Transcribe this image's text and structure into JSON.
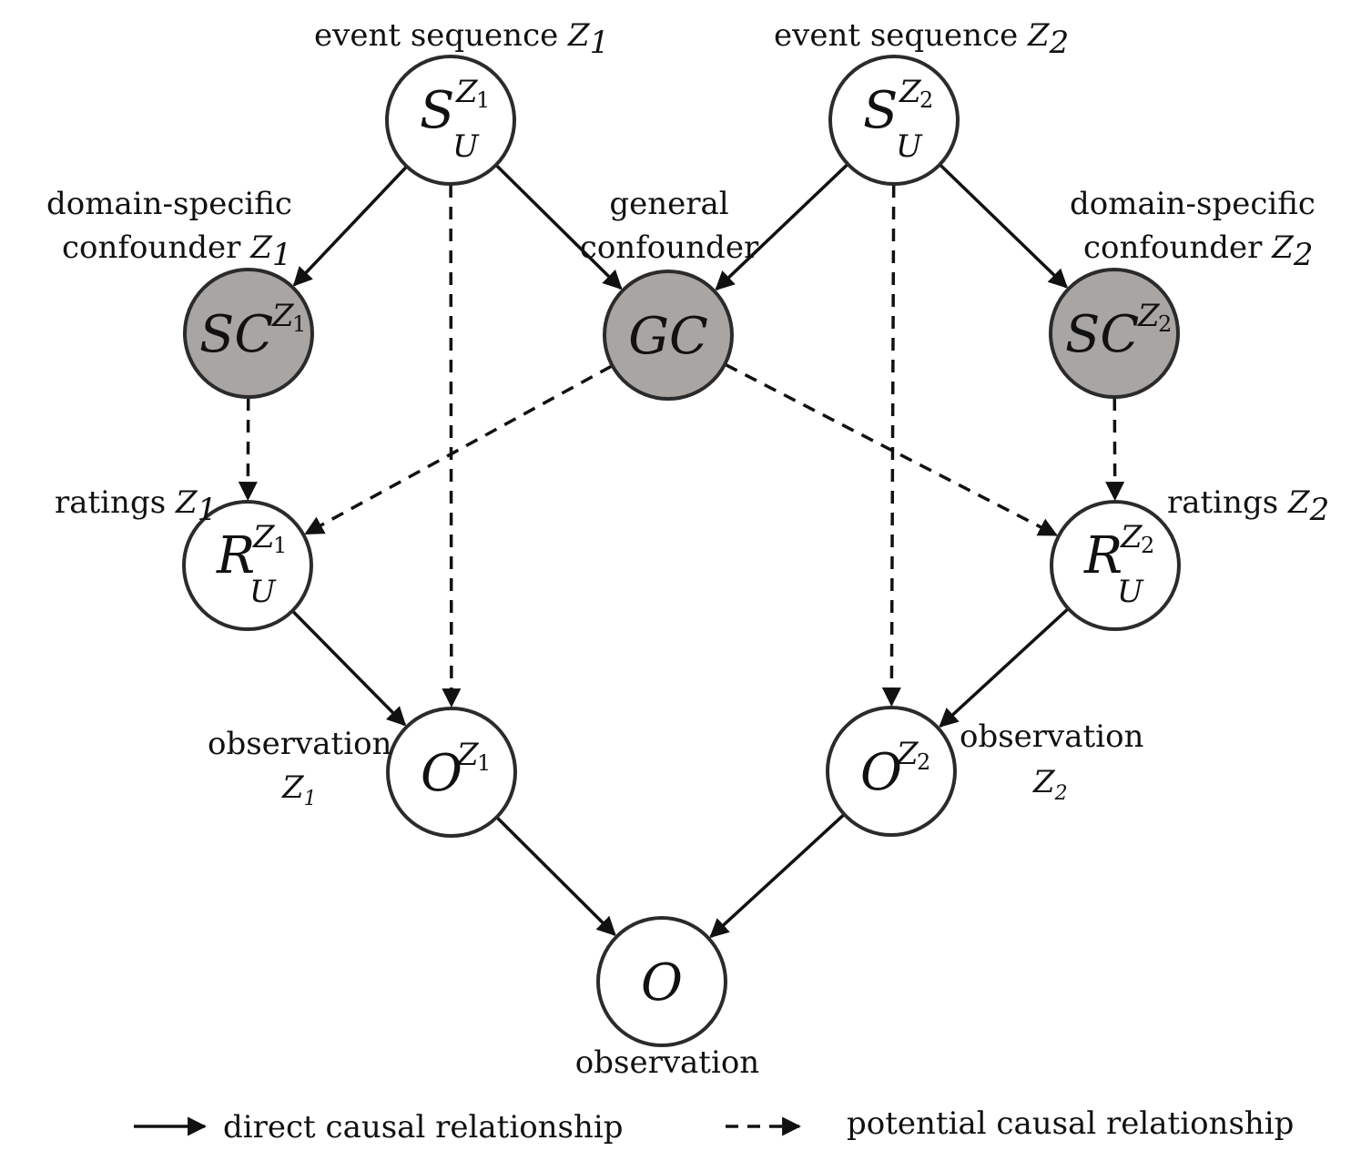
{
  "colors": {
    "node_fill": "#ffffff",
    "confounder_fill": "#a9a5a3",
    "stroke": "#2b2b2b",
    "edge": "#111111"
  },
  "nodes": {
    "s1": {
      "base": "S",
      "sup": "Z",
      "sup_sub": "1",
      "sub": "U",
      "fill": "white"
    },
    "s2": {
      "base": "S",
      "sup": "Z",
      "sup_sub": "2",
      "sub": "U",
      "fill": "white"
    },
    "sc1": {
      "base": "SC",
      "sup": "Z",
      "sup_sub": "1",
      "sub": "",
      "fill": "gray"
    },
    "gc": {
      "base": "GC",
      "sup": "",
      "sup_sub": "",
      "sub": "",
      "fill": "gray"
    },
    "sc2": {
      "base": "SC",
      "sup": "Z",
      "sup_sub": "2",
      "sub": "",
      "fill": "gray"
    },
    "r1": {
      "base": "R",
      "sup": "Z",
      "sup_sub": "1",
      "sub": "U",
      "fill": "white"
    },
    "r2": {
      "base": "R",
      "sup": "Z",
      "sup_sub": "2",
      "sub": "U",
      "fill": "white"
    },
    "o1": {
      "base": "O",
      "sup": "Z",
      "sup_sub": "1",
      "sub": "",
      "fill": "white"
    },
    "o2": {
      "base": "O",
      "sup": "Z",
      "sup_sub": "2",
      "sub": "",
      "fill": "white"
    },
    "o": {
      "base": "O",
      "sup": "",
      "sup_sub": "",
      "sub": "",
      "fill": "white"
    }
  },
  "labels": {
    "event_seq_1": {
      "text": "event sequence ",
      "var": "Z",
      "var_sub": "1"
    },
    "event_seq_2": {
      "text": "event sequence ",
      "var": "Z",
      "var_sub": "2"
    },
    "dsc_1_line1": "domain-specific",
    "dsc_1_line2": {
      "text": "confounder ",
      "var": "Z",
      "var_sub": "1"
    },
    "gc_line1": "general",
    "gc_line2": "confounder",
    "dsc_2_line1": "domain-specific",
    "dsc_2_line2": {
      "text": "confounder ",
      "var": "Z",
      "var_sub": "2"
    },
    "ratings_1": {
      "text": "ratings ",
      "var": "Z",
      "var_sub": "1"
    },
    "ratings_2": {
      "text": "ratings ",
      "var": "Z",
      "var_sub": "2"
    },
    "obs_1_line1": "observation",
    "obs_1_line2": {
      "var": "Z",
      "var_sub": "1"
    },
    "obs_2_line1": "observation",
    "obs_2_line2": {
      "var": "Z",
      "var_sub": "2"
    },
    "obs_final": "observation"
  },
  "edges": [
    {
      "from": "s1",
      "to": "sc1",
      "style": "solid"
    },
    {
      "from": "s1",
      "to": "gc",
      "style": "solid"
    },
    {
      "from": "s1",
      "to": "o1",
      "style": "dashed"
    },
    {
      "from": "s2",
      "to": "gc",
      "style": "solid"
    },
    {
      "from": "s2",
      "to": "sc2",
      "style": "solid"
    },
    {
      "from": "s2",
      "to": "o2",
      "style": "dashed"
    },
    {
      "from": "sc1",
      "to": "r1",
      "style": "dashed"
    },
    {
      "from": "sc2",
      "to": "r2",
      "style": "dashed"
    },
    {
      "from": "gc",
      "to": "r1",
      "style": "dashed"
    },
    {
      "from": "gc",
      "to": "r2",
      "style": "dashed"
    },
    {
      "from": "r1",
      "to": "o1",
      "style": "solid"
    },
    {
      "from": "r2",
      "to": "o2",
      "style": "solid"
    },
    {
      "from": "o1",
      "to": "o",
      "style": "solid"
    },
    {
      "from": "o2",
      "to": "o",
      "style": "solid"
    }
  ],
  "legend": {
    "direct": "direct causal relationship",
    "potential": "potential causal relationship"
  }
}
